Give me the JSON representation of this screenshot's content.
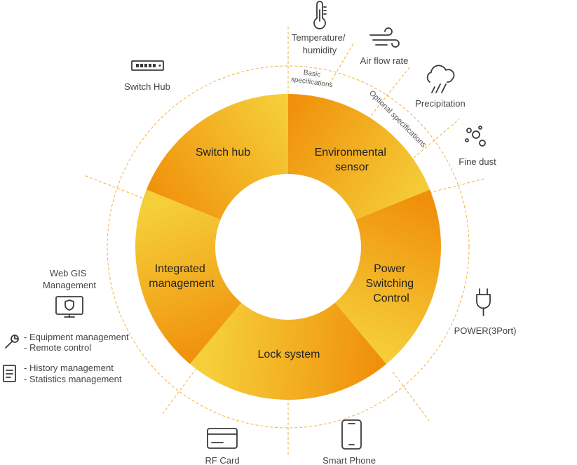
{
  "segments": {
    "environmental": [
      "Environmental",
      "sensor"
    ],
    "power": [
      "Power",
      "Switching",
      "Control"
    ],
    "lock": [
      "Lock system"
    ],
    "integrated": [
      "Integrated",
      "management"
    ],
    "switch": [
      "Switch hub"
    ]
  },
  "ring_labels": {
    "basic": [
      "Basic",
      "specifications"
    ],
    "optional": "Optional specifications"
  },
  "external": {
    "temperature": [
      "Temperature/",
      "humidity"
    ],
    "air_flow": "Air flow rate",
    "precipitation": "Precipitation",
    "fine_dust": "Fine dust",
    "power_port": "POWER(3Port)",
    "smart_phone": "Smart Phone",
    "rf_card": "RF Card",
    "web_gis": [
      "Web GIS",
      "Management"
    ],
    "equipment": [
      "- Equipment management",
      "- Remote control"
    ],
    "history": [
      "- History management",
      "- Statistics management"
    ],
    "switch_hub": "Switch Hub"
  },
  "icons": {
    "temperature": "thermometer-icon",
    "air_flow": "wind-icon",
    "precipitation": "rain-cloud-icon",
    "fine_dust": "dust-particles-icon",
    "power_port": "plug-icon",
    "smart_phone": "smartphone-icon",
    "rf_card": "card-icon",
    "web_gis": "monitor-shield-icon",
    "equipment": "wrench-icon",
    "history": "document-icon",
    "switch_hub": "network-switch-icon"
  },
  "colors": {
    "orange": "#f0900a",
    "yellow": "#f5cf3a",
    "dash": "#f2b23a"
  }
}
